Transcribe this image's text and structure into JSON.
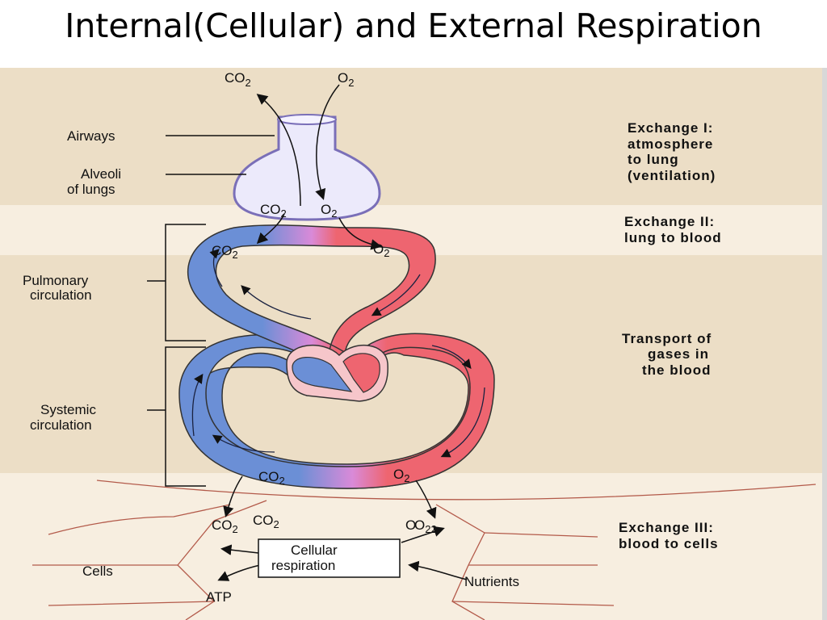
{
  "title": "Internal(Cellular) and External Respiration",
  "top_gases": {
    "co2": "CO",
    "o2": "O",
    "sub": "2"
  },
  "labels": {
    "airways": "Airways",
    "alveoli_1": "Alveoli",
    "alveoli_2": "of lungs",
    "pulmonary_1": "Pulmonary",
    "pulmonary_2": "circulation",
    "systemic_1": "Systemic",
    "systemic_2": "circulation",
    "cells": "Cells",
    "atp": "ATP",
    "nutrients": "Nutrients",
    "cellular_resp_1": "Cellular",
    "cellular_resp_2": "respiration"
  },
  "exchanges": {
    "ex1": [
      "Exchange I:",
      "atmosphere",
      "to lung",
      "(ventilation)"
    ],
    "ex2": [
      "Exchange II:",
      "lung to blood"
    ],
    "transport": [
      "Transport of",
      "gases in",
      "the blood"
    ],
    "ex3": [
      "Exchange III:",
      "blood to cells"
    ]
  },
  "gas_labels": {
    "alv_co2": "CO",
    "alv_o2": "O",
    "pulm_co2": "CO",
    "pulm_o2": "O",
    "sys_co2": "CO",
    "sys_o2": "O",
    "cell_co2_a": "CO",
    "cell_co2_b": "CO",
    "cell_o2_a": "O",
    "cell_o2_b": "O",
    "sub": "2",
    "sub_overlap": "22"
  },
  "colors": {
    "band_dark": "#ecdec6",
    "band_light": "#f7eee0",
    "blue_vessel": "#6b8fd6",
    "red_vessel": "#ee6570",
    "pink_mix": "#d98ad8",
    "lung": "#eceafb",
    "lung_outline": "#7a6fb8"
  }
}
